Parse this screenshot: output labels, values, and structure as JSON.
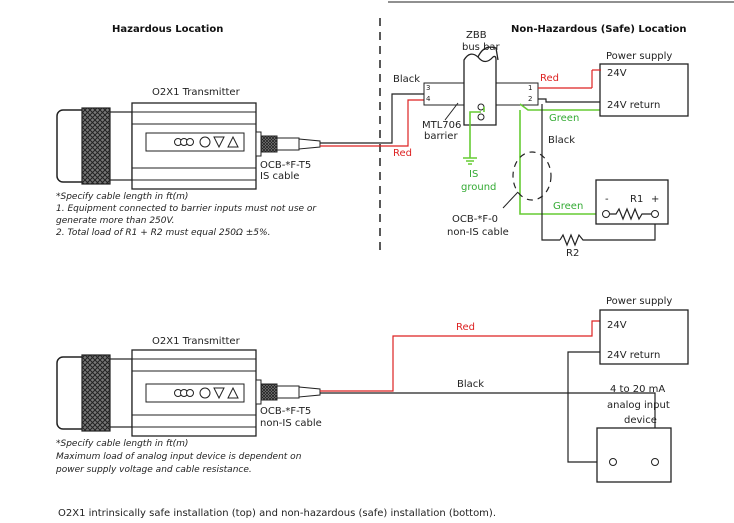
{
  "headings": {
    "hazardous": "Hazardous Location",
    "non_hazardous": "Non-Hazardous (Safe) Location"
  },
  "top": {
    "transmitter_label": "O2X1 Transmitter",
    "cable_label_line1": "OCB-*F-T5",
    "cable_label_line2": "IS cable",
    "bus_bar_line1": "ZBB",
    "bus_bar_line2": "bus bar",
    "barrier_line1": "MTL706",
    "barrier_line2": "barrier",
    "terminal_3": "3",
    "terminal_4": "4",
    "terminal_1": "1",
    "terminal_2": "2",
    "wire_black_left": "Black",
    "wire_red_left": "Red",
    "wire_red_right": "Red",
    "wire_green_1": "Green",
    "wire_black_right": "Black",
    "wire_green_2": "Green",
    "is_ground_line1": "IS",
    "is_ground_line2": "ground",
    "non_is_cable_line1": "OCB-*F-0",
    "non_is_cable_line2": "non-IS cable",
    "power_supply": "Power supply",
    "v24": "24V",
    "v24_return": "24V return",
    "r1": "R1",
    "minus": "-",
    "plus": "+",
    "r2": "R2",
    "notes": [
      "*Specify cable length in ft(m)",
      "1.  Equipment connected to barrier inputs must not use or",
      "     generate more than 250V.",
      "2.  Total load of R1 + R2 must equal 250Ω ±5%."
    ]
  },
  "bottom": {
    "transmitter_label": "O2X1 Transmitter",
    "cable_label_line1": "OCB-*F-T5",
    "cable_label_line2": "non-IS cable",
    "wire_red": "Red",
    "wire_black": "Black",
    "power_supply": "Power supply",
    "v24": "24V",
    "v24_return": "24V return",
    "analog_line1": "4 to 20 mA",
    "analog_line2": "analog input",
    "analog_line3": "device",
    "notes": [
      "*Specify cable length in ft(m)",
      "Maximum load of analog input device is dependent on",
      "power supply voltage and cable resistance."
    ]
  },
  "caption": "O2X1 intrinsically safe installation (top) and non-hazardous (safe) installation (bottom).",
  "colors": {
    "red_wire": "#dd2222",
    "green_wire": "#66cc33",
    "black_wire": "#222222"
  }
}
